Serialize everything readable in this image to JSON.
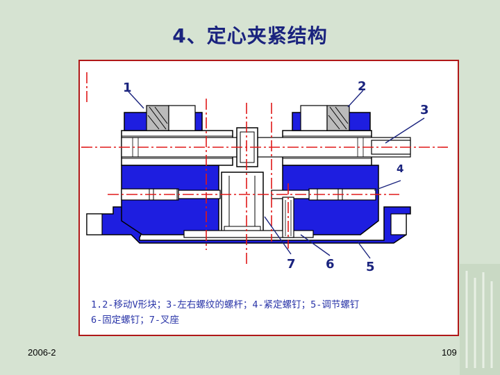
{
  "slide": {
    "title": "4、定心夹紧结构",
    "footer_date": "2006-2",
    "page_number": "109"
  },
  "diagram": {
    "part_labels": [
      "1",
      "2",
      "3",
      "4",
      "5",
      "6",
      "7"
    ],
    "caption_line1": "1.2-移动V形块；3-左右螺纹的螺杆；4-紧定螺钉；5-调节螺钉",
    "caption_line2": "6-固定螺钉；7-叉座"
  },
  "colors": {
    "title": "#1a237e",
    "frame_border": "#b01818",
    "part_fill": "#1e1ee0",
    "centerline": "#e01818",
    "label": "#1a237e",
    "background": "#d6e3d2"
  }
}
